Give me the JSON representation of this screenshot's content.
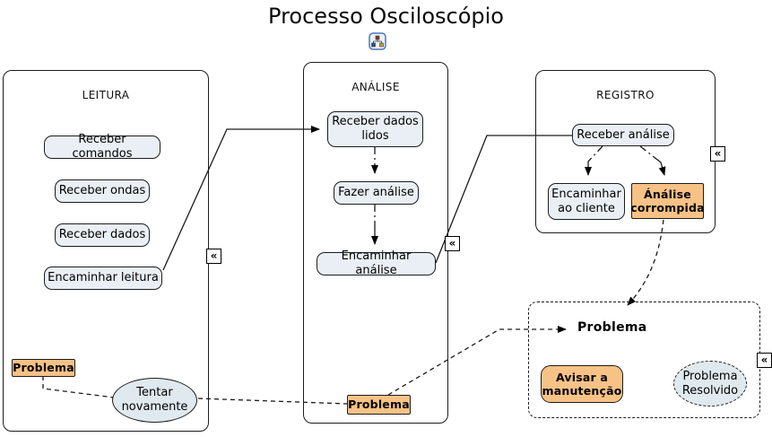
{
  "title": "Processo Osciloscópio",
  "lanes": {
    "leitura": {
      "label": "LEITURA"
    },
    "analise": {
      "label": "ANÁLISE"
    },
    "registro": {
      "label": "REGISTRO"
    }
  },
  "nodes": {
    "receber_comandos": "Receber comandos",
    "receber_ondas": "Receber ondas",
    "receber_dados": "Receber dados",
    "encaminhar_leitura": "Encaminhar leitura",
    "receber_dados_lidos": "Receber dados lidos",
    "fazer_analise": "Fazer análise",
    "encaminhar_analise": "Encaminhar análise",
    "receber_analise": "Receber análise",
    "encaminhar_ao_cliente": "Encaminhar ao cliente",
    "analise_corrompida": "Ánálise corrompida",
    "problema_leitura": "Problema",
    "tentar_novamente": "Tentar novamente",
    "problema_analise": "Problema",
    "problema_destino": "Problema",
    "avisar_manutencao": "Avisar a manutenção",
    "problema_resolvido": "Problema Resolvido"
  },
  "icons": {
    "collapse": "«",
    "title_icon": "flowchart-icon"
  },
  "colors": {
    "node_fill": "#e9eff4",
    "ellipse_fill": "#dfe9ee",
    "orange_fill": "#f7c286",
    "line": "#1a1a1a",
    "border": "#1c1c1c",
    "title_icon_border": "#4a78b8"
  }
}
